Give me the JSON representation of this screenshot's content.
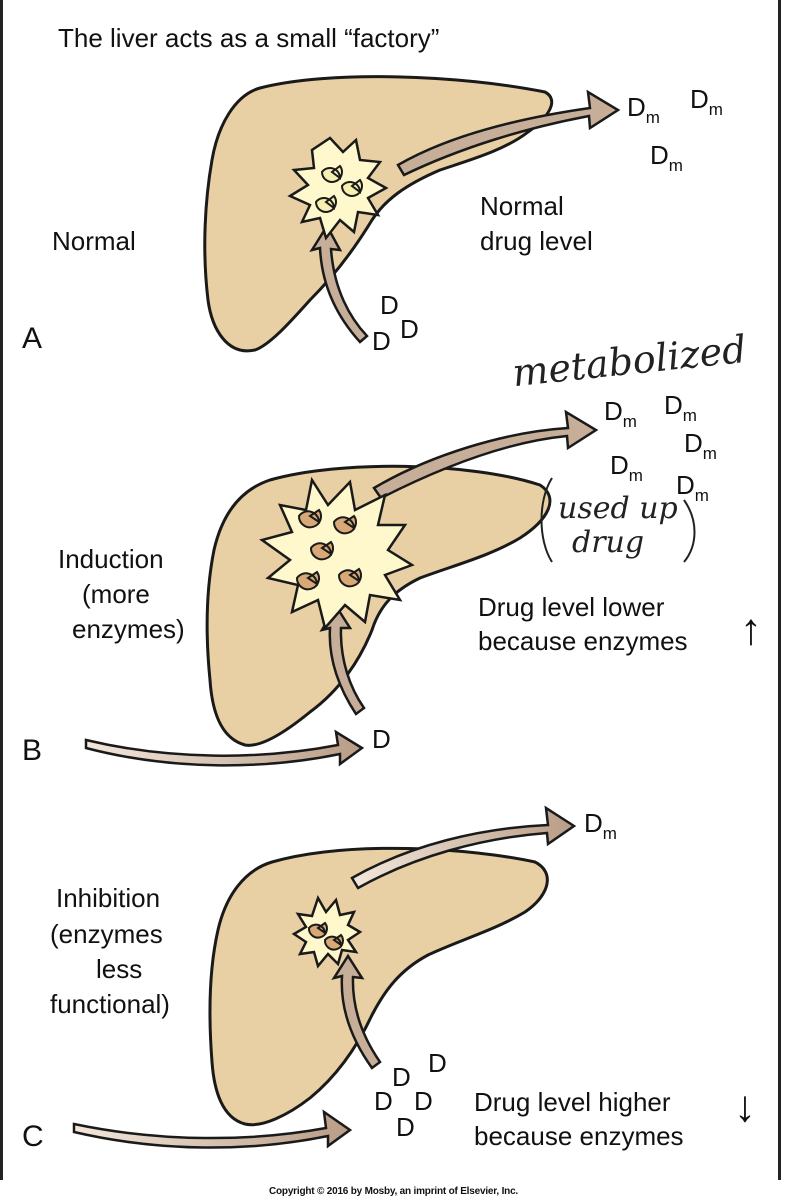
{
  "title": "The liver acts as a small “factory”",
  "panels": [
    {
      "letter": "A",
      "label_lines": [
        "Normal"
      ],
      "level_lines": [
        "Normal",
        "drug level"
      ],
      "drug": "D",
      "metabolite": "D",
      "metabolite_sub": "m"
    },
    {
      "letter": "B",
      "label_lines": [
        "Induction",
        "(more",
        "enzymes)"
      ],
      "level_lines": [
        "Drug level lower",
        "because enzymes"
      ],
      "level_arrow": "↑",
      "drug": "D",
      "metabolite": "D",
      "metabolite_sub": "m",
      "handwritten_1": "metabolized",
      "handwritten_2_lines": [
        "used up",
        "drug"
      ]
    },
    {
      "letter": "C",
      "label_lines": [
        "Inhibition",
        "(enzymes",
        "less",
        "functional)"
      ],
      "level_lines": [
        "Drug level higher",
        "because enzymes"
      ],
      "level_arrow": "↓",
      "drug": "D",
      "metabolite": "D",
      "metabolite_sub": "m"
    }
  ],
  "copyright": "Copyright © 2016 by Mosby, an imprint of Elsevier, Inc.",
  "colors": {
    "liver": "#e8d0a4",
    "arrow": "#c7ae98",
    "arrow_light": "#f0e4d6",
    "factory_burst": "#fff8cc",
    "enzyme_normal": "#f5efb0",
    "enzyme_active": "#d9a877",
    "outline": "#1a1a1a"
  }
}
